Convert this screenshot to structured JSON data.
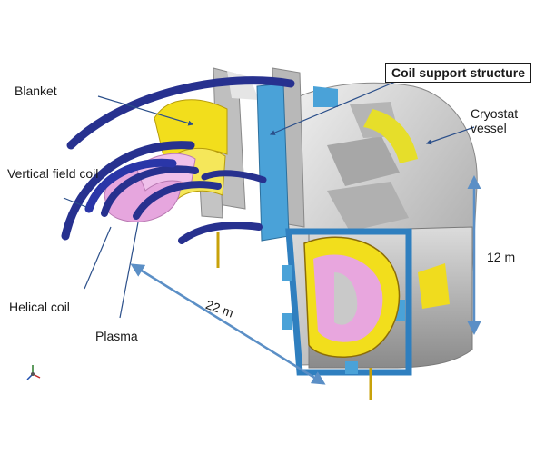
{
  "labels": {
    "blanket": "Blanket",
    "vertical_field_coil": "Vertical field coil",
    "helical_coil": "Helical coil",
    "plasma": "Plasma",
    "coil_support_structure": "Coil support structure",
    "cryostat_vessel_line1": "Cryostat",
    "cryostat_vessel_line2": "vessel",
    "dim_width": "22 m",
    "dim_height": "12 m"
  },
  "colors": {
    "coil_blue": "#27318f",
    "plasma_pink": "#e6a6de",
    "blanket_yellow": "#f2de1c",
    "support_cyan": "#4aa2d8",
    "cryostat_gray": "#c9c9c9",
    "dimension_arrow": "#5b8fc6"
  },
  "icons": [
    "axis-triad-icon"
  ]
}
